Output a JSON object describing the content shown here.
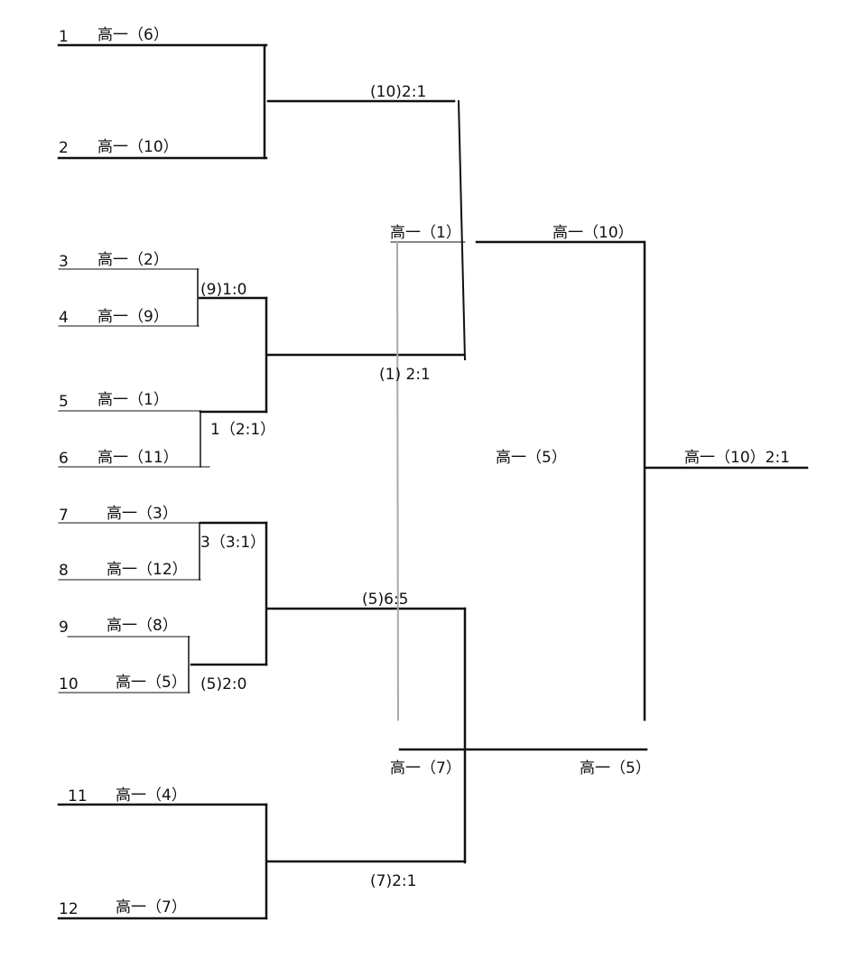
{
  "teams": [
    {
      "seed": "1",
      "name": "高一（6）"
    },
    {
      "seed": "2",
      "name": "高一（10）"
    },
    {
      "seed": "3",
      "name": "高一（2）"
    },
    {
      "seed": "4",
      "name": "高一（9）"
    },
    {
      "seed": "5",
      "name": "高一（1）"
    },
    {
      "seed": "6",
      "name": "高一（11）"
    },
    {
      "seed": "7",
      "name": "高一（3）"
    },
    {
      "seed": "8",
      "name": "高一（12）"
    },
    {
      "seed": "9",
      "name": "高一（8）"
    },
    {
      "seed": "10",
      "name": "高一（5）"
    },
    {
      "seed": "11",
      "name": "高一（4）"
    },
    {
      "seed": "12",
      "name": "高一（7）"
    }
  ],
  "round1_results": {
    "m34": "(9)1:0",
    "m56": "1（2:1）",
    "m78": "3（3:1）",
    "m910": "(5)2:0"
  },
  "round2_results": {
    "top": "(10)2:1",
    "upper": "(1)  2:1",
    "lower": "(5)6:5",
    "bottom": "(7)2:1"
  },
  "semifinal_teams": {
    "upper_left": "高一（1）",
    "upper_right": "高一（10）",
    "lower_left": "高一（7）",
    "lower_right": "高一（5）"
  },
  "center_label": "高一（5）",
  "final_result": "高一（10）2:1",
  "colors": {
    "line": "#111111",
    "gray_line": "#aaaaaa"
  }
}
